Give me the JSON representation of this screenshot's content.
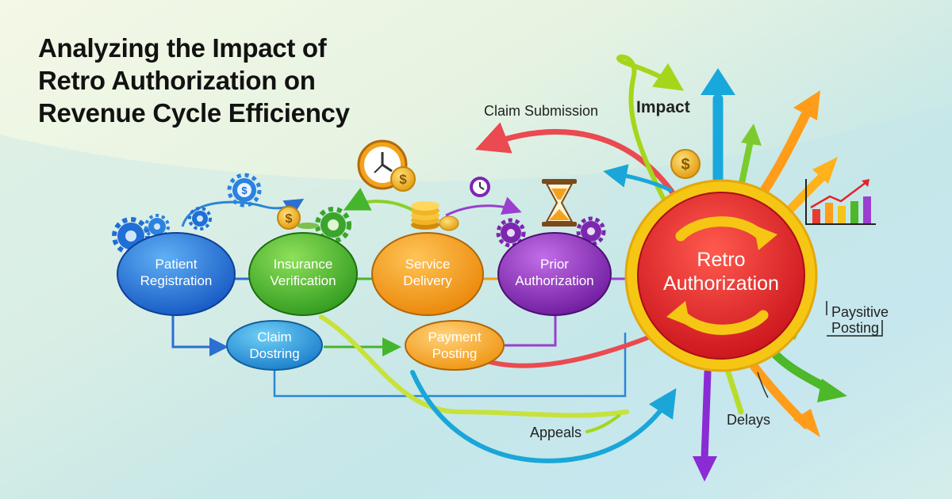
{
  "title": {
    "line1": "Analyzing the Impact of",
    "line2": "Retro Authorization on",
    "line3": "Revenue Cycle Efficiency"
  },
  "nodes": {
    "patient_registration": {
      "line1": "Patient",
      "line2": "Registration",
      "color": "#1f6fd6"
    },
    "insurance_verification": {
      "line1": "Insurance",
      "line2": "Verification",
      "color": "#41b02c"
    },
    "service_delivery": {
      "line1": "Service",
      "line2": "Delivery",
      "color": "#f29a16"
    },
    "prior_authorization": {
      "line1": "Prior",
      "line2": "Authorization",
      "color": "#8a2bb8"
    },
    "claim_dostring": {
      "line1": "Claim",
      "line2": "Dostring",
      "color": "#1e8fd8"
    },
    "payment_posting": {
      "line1": "Payment",
      "line2": "Posting",
      "color": "#f2a21c"
    },
    "retro_authorization": {
      "line1": "Retro",
      "line2": "Authorization",
      "color": "#e5232a",
      "ring_color": "#f6c615"
    }
  },
  "labels": {
    "claim_submission": "Claim Submission",
    "impact": "Impact",
    "paysitive_posting_line1": "Paysitive",
    "paysitive_posting_line2": "Posting",
    "appeals": "Appeals",
    "delays": "Delays"
  },
  "icons": {
    "dollar_symbol": "$"
  }
}
